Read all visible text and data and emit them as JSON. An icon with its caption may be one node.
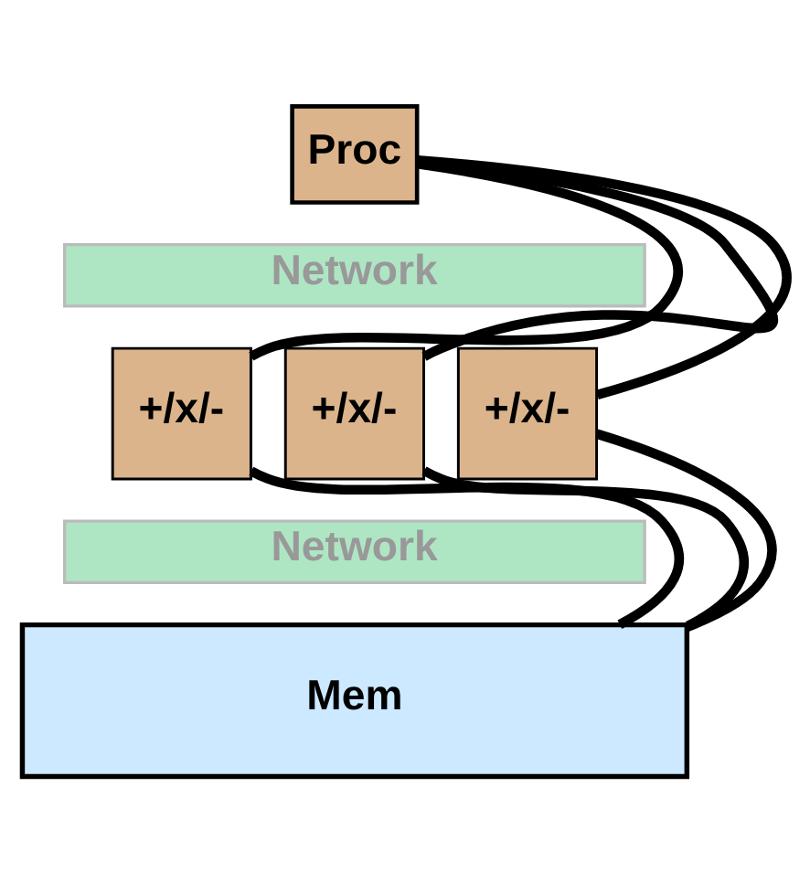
{
  "diagram": {
    "nodes": [
      {
        "text": [
          "Proc"
        ]
      },
      {
        "text": [
          "Network"
        ]
      },
      {
        "text": [
          "+/x/-"
        ]
      },
      {
        "text": [
          "+/x/-"
        ]
      },
      {
        "text": [
          "+/x/-"
        ]
      },
      {
        "text": [
          "Network"
        ]
      },
      {
        "text": [
          "Mem"
        ]
      }
    ],
    "edges": [
      {
        "from": 0,
        "to": 2,
        "arrow": "none"
      },
      {
        "from": 0,
        "to": 3,
        "arrow": "none"
      },
      {
        "from": 0,
        "to": 4,
        "arrow": "none"
      },
      {
        "from": 2,
        "to": 6,
        "arrow": "none"
      },
      {
        "from": 3,
        "to": 6,
        "arrow": "none"
      },
      {
        "from": 4,
        "to": 6,
        "arrow": "none"
      }
    ]
  }
}
